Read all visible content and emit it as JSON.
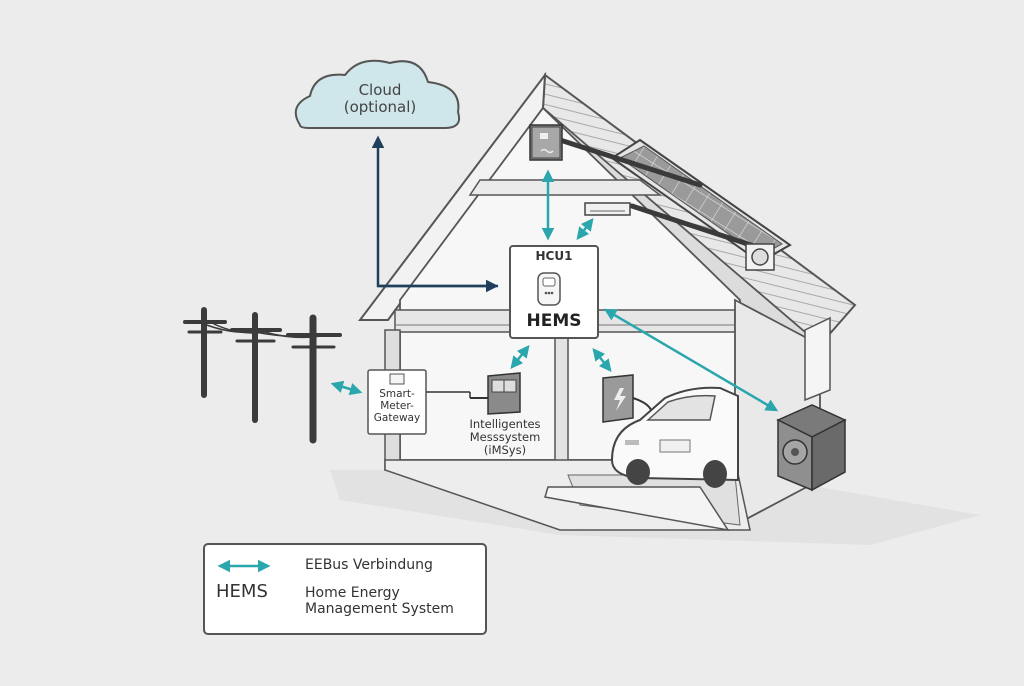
{
  "cloud": {
    "line1": "Cloud",
    "line2": "(optional)"
  },
  "hems_unit": {
    "model": "HCU1",
    "name": "HEMS"
  },
  "gateway": {
    "line1": "Smart-",
    "line2": "Meter-",
    "line3": "Gateway"
  },
  "imsys": {
    "line1": "Intelligentes",
    "line2": "Messsystem",
    "line3": "(iMSys)"
  },
  "legend": {
    "eebus_label": "EEBus Verbindung",
    "hems_symbol": "HEMS",
    "hems_line1": "Home Energy",
    "hems_line2": "Management System"
  },
  "colors": {
    "eebus_arrow": "#2aa6ad",
    "cloud_link": "#1f3f5c",
    "cloud_fill": "#cfe6ea",
    "outline": "#555555"
  }
}
